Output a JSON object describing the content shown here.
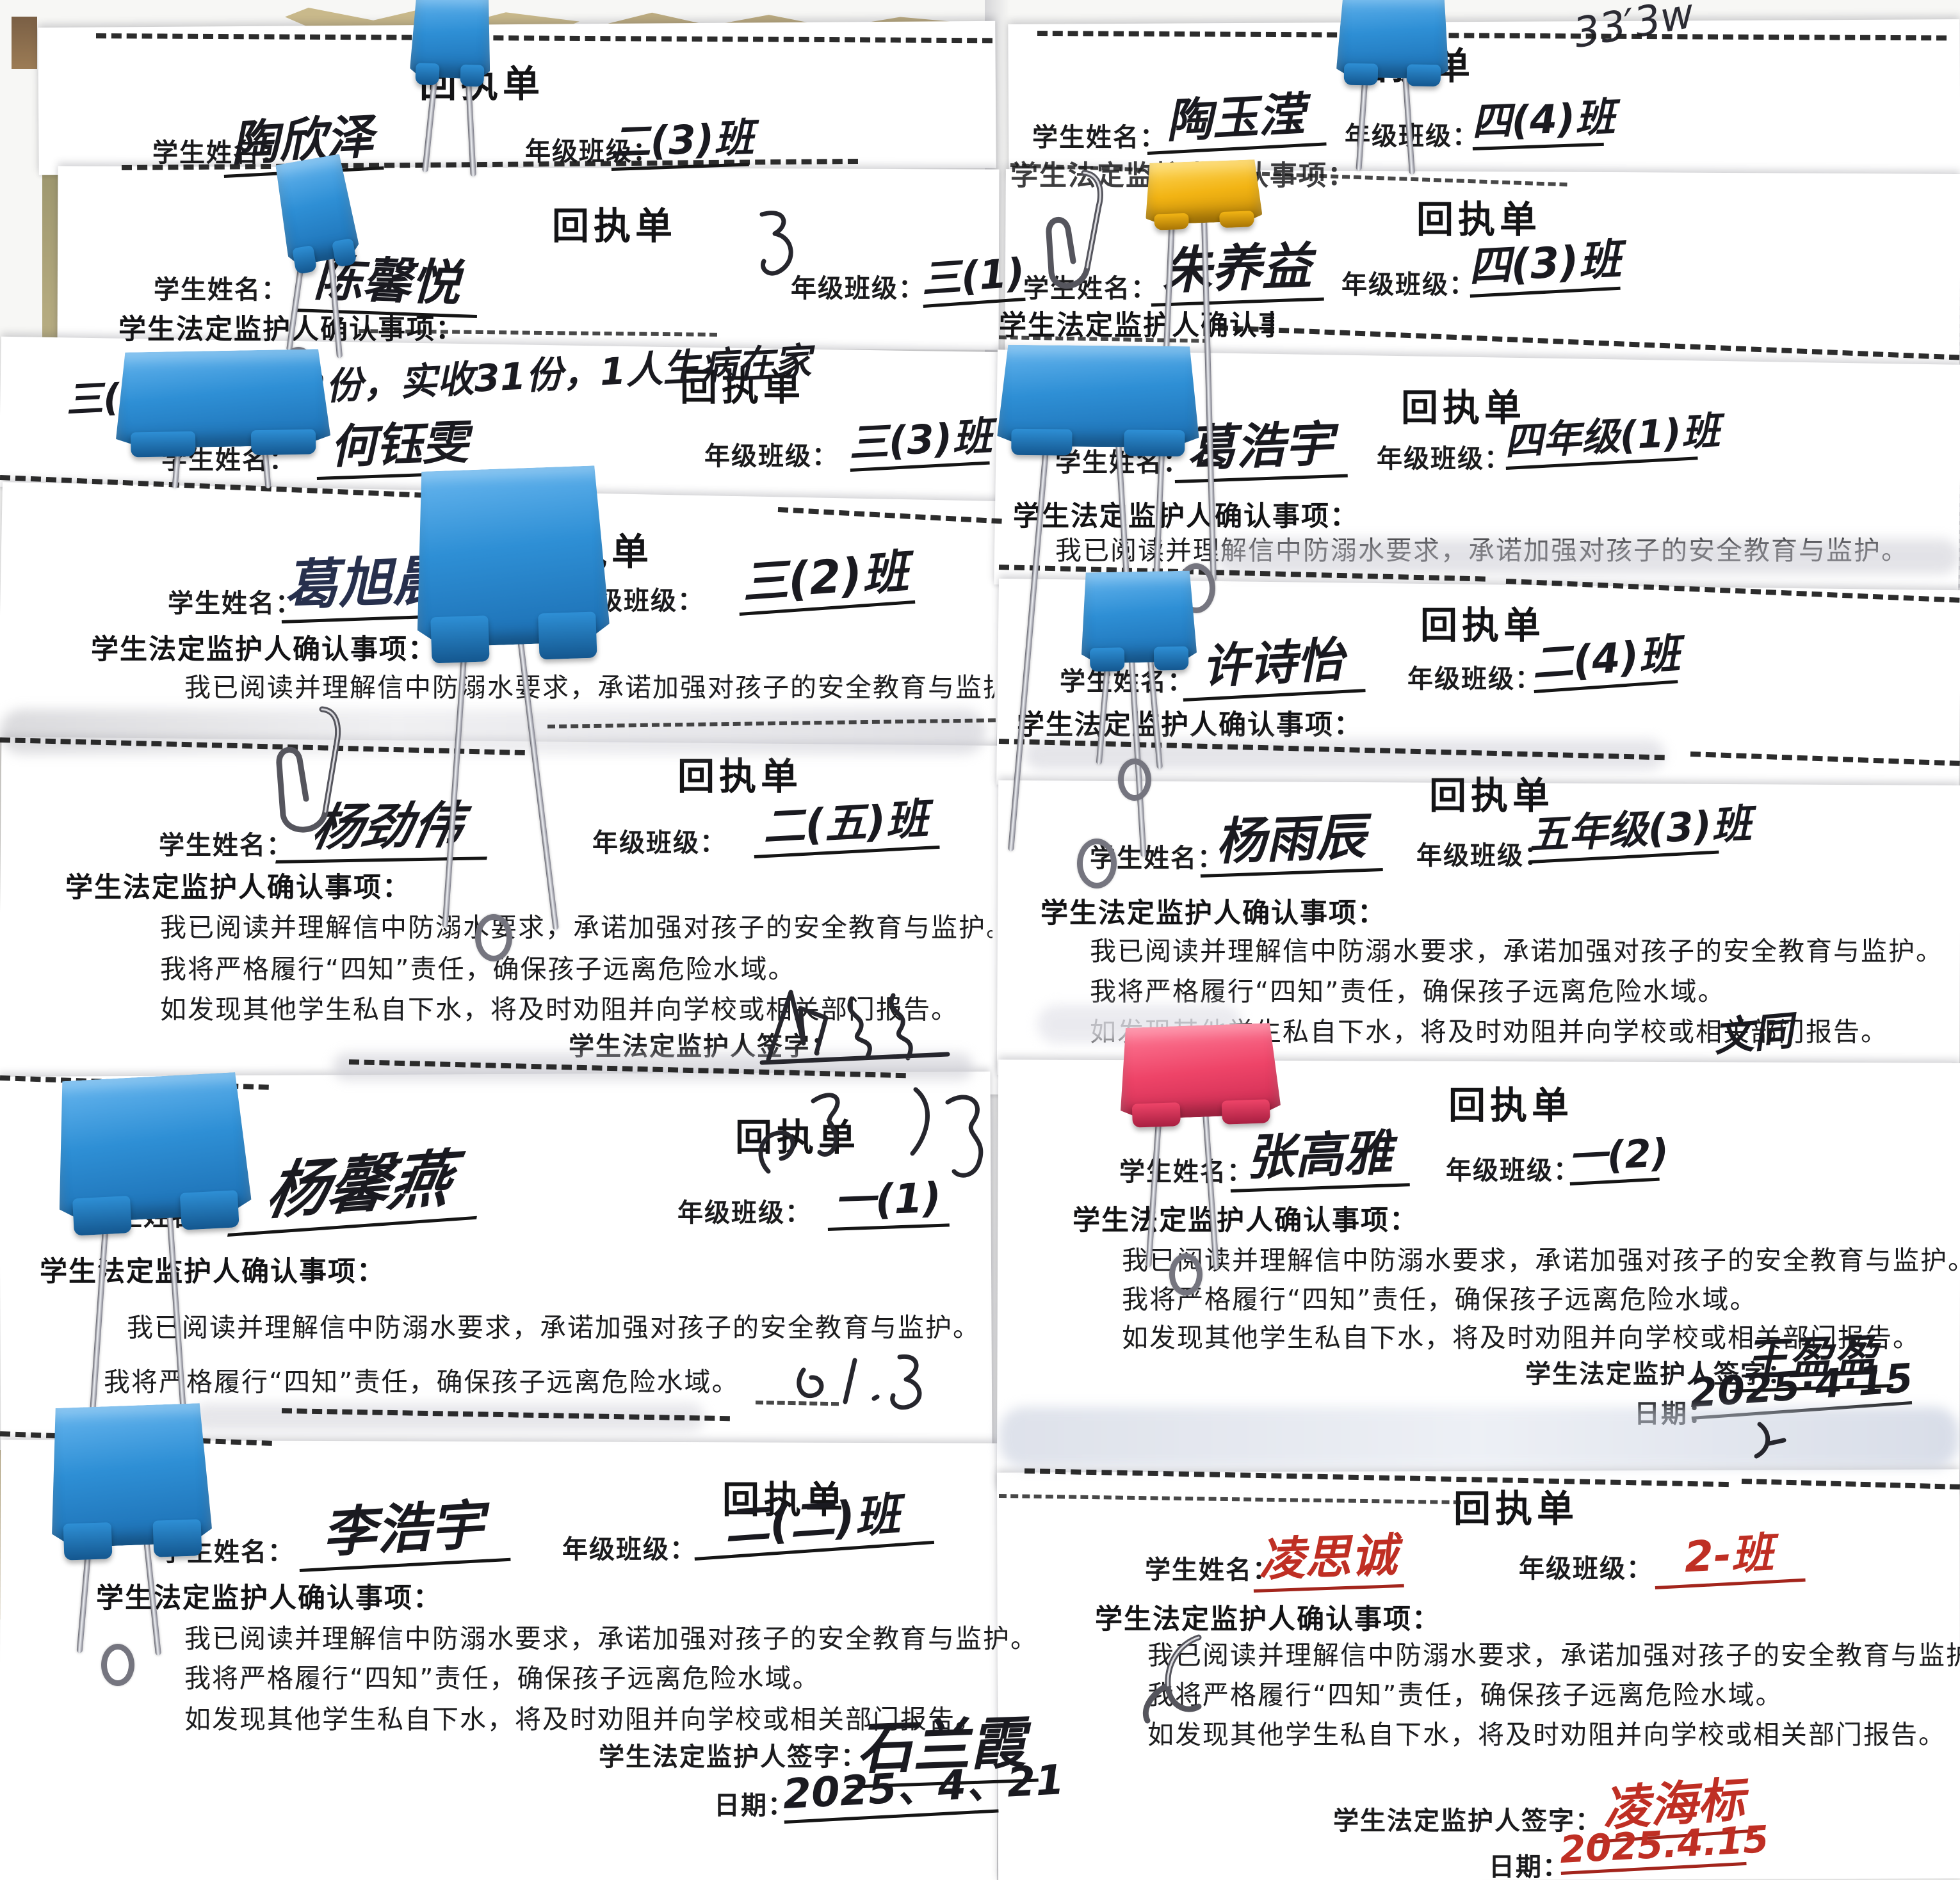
{
  "slip": {
    "title": "回执单",
    "labels": {
      "student_name": "学生姓名：",
      "grade_class": "年级班级：",
      "confirm_heading": "学生法定监护人确认事项：",
      "body_line1": "我已阅读并理解信中防溺水要求，承诺加强对孩子的安全教育与监护。",
      "body_line2": "我将严格履行“四知”责任，确保孩子远离危险水域。",
      "body_line3": "如发现其他学生私自下水，将及时劝阻并向学校或相关部门报告。",
      "guardian_sign": "学生法定监护人签字：",
      "date": "日期："
    }
  },
  "slips": {
    "L1": {
      "student_name": "陶欣泽",
      "grade_class": "二(3)班"
    },
    "L2": {
      "student_name": "陈馨悦",
      "grade_class": "三(1)"
    },
    "L3": {
      "student_name": "何钰雯",
      "grade_class": "三(3)班",
      "teacher_note": "三(3)班应收32份，实收31份，1人生病在家"
    },
    "L4": {
      "student_name": "葛旭晨",
      "grade_class": "三(2)班"
    },
    "L5": {
      "student_name": "杨劲伟",
      "grade_class": "二(五)班"
    },
    "L6": {
      "student_name": "杨馨燕",
      "grade_class": "一(1)"
    },
    "L7": {
      "student_name": "李浩宇",
      "grade_class": "二(二)班",
      "guardian_signature": "石兰霞",
      "date_value": "2025、4、21"
    },
    "R1": {
      "student_name": "陶玉滢",
      "grade_class": "四(4)班",
      "corner_scribble": "33′3w"
    },
    "R2": {
      "student_name": "朱养益",
      "grade_class": "四(3)班"
    },
    "R3": {
      "student_name": "葛浩宇",
      "grade_class": "四年级(1)班"
    },
    "R4": {
      "student_name": "许诗怡",
      "grade_class": "二(4)班"
    },
    "R5": {
      "student_name": "杨雨辰",
      "grade_class": "五年级(3)班",
      "partial_signature": "文同"
    },
    "R6": {
      "student_name": "张高雅",
      "grade_class": "一(2)",
      "guardian_signature": "王盈盈",
      "date_value": "2025·4·15"
    },
    "R7": {
      "student_name": "凌思诚",
      "grade_class": "2-班",
      "guardian_signature": "凌海标",
      "date_value": "2025.4.15"
    }
  },
  "colors": {
    "paper": "#ffffff",
    "ink_black": "#1a1a20",
    "ink_blue_black": "#27304d",
    "ink_red": "#bf2f24",
    "binder_clip_blue": "#2b8fd9",
    "binder_clip_yellow": "#f2b414",
    "binder_clip_pink": "#ee4468"
  }
}
